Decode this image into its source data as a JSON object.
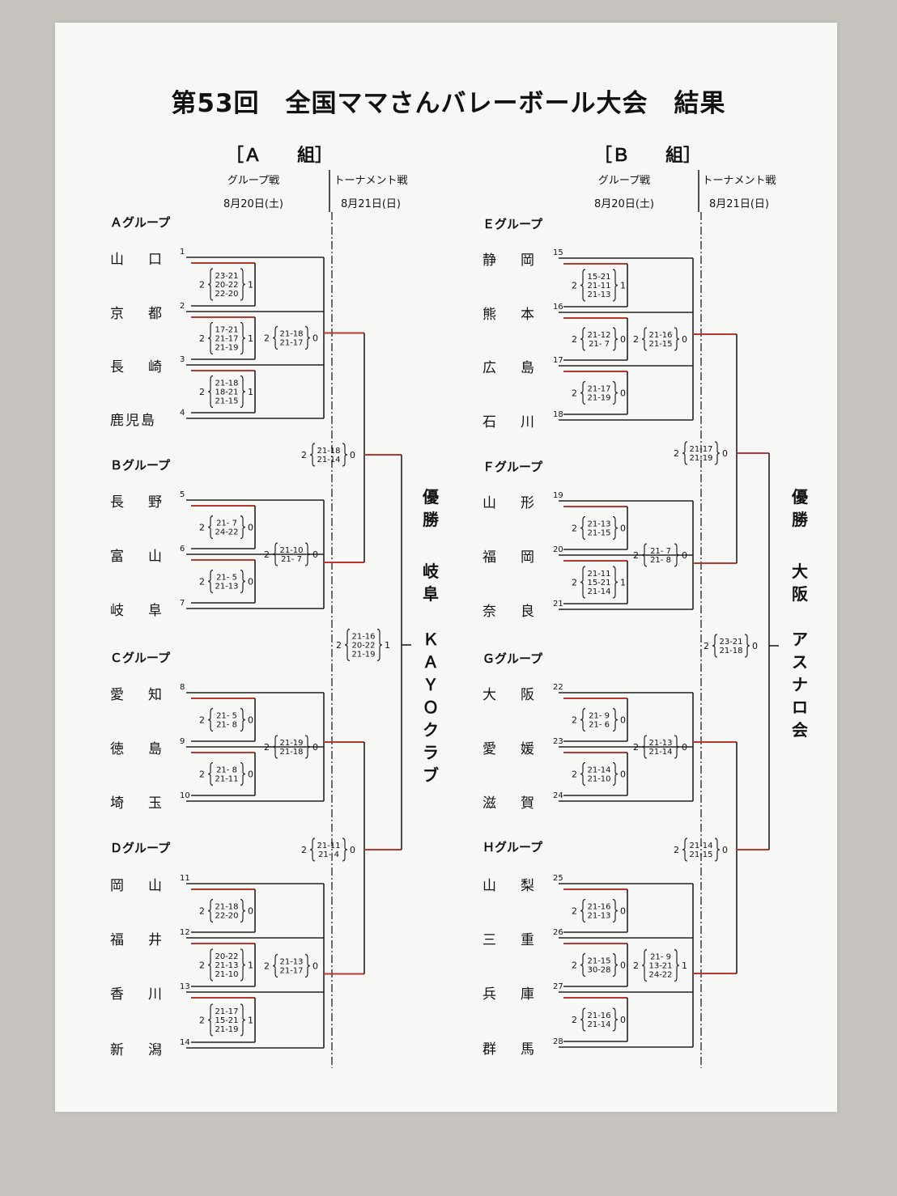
{
  "title": "第53回　全国ママさんバレーボール大会　結果",
  "divisions": [
    {
      "header": "［Ａ　　組］",
      "group_stage_label": "グループ戦",
      "group_stage_date": "8月20日(土)",
      "tournament_label": "トーナメント戦",
      "tournament_date": "8月21日(日)",
      "winner_label": "優勝",
      "winner_name": "岐阜　ＫＡＹＯクラブ",
      "groups": [
        {
          "name": "Ａグループ",
          "teams": [
            {
              "name": "山口",
              "seed": "1"
            },
            {
              "name": "京都",
              "seed": "2"
            },
            {
              "name": "長崎",
              "seed": "3"
            },
            {
              "name": "鹿児島",
              "seed": "4"
            }
          ],
          "matches": [
            {
              "a": "2",
              "scores": [
                "23-21",
                "20-22",
                "22-20"
              ],
              "b": "1"
            },
            {
              "a": "2",
              "scores": [
                "17-21",
                "21-17",
                "21-19"
              ],
              "b": "1"
            },
            {
              "a": "2",
              "scores": [
                "21-18",
                "18-21",
                "21-15"
              ],
              "b": "1"
            }
          ],
          "final": {
            "a": "2",
            "scores": [
              "21-18",
              "21-17"
            ],
            "b": "0"
          }
        },
        {
          "name": "Ｂグループ",
          "teams": [
            {
              "name": "長野",
              "seed": "5"
            },
            {
              "name": "富山",
              "seed": "6"
            },
            {
              "name": "岐阜",
              "seed": "7"
            }
          ],
          "matches": [
            {
              "a": "2",
              "scores": [
                "21- 7",
                "24-22"
              ],
              "b": "0"
            },
            {
              "a": "2",
              "scores": [
                "21- 5",
                "21-13"
              ],
              "b": "0"
            }
          ],
          "final": {
            "a": "2",
            "scores": [
              "21-10",
              "21- 7"
            ],
            "b": "0"
          }
        },
        {
          "name": "Ｃグループ",
          "teams": [
            {
              "name": "愛知",
              "seed": "8"
            },
            {
              "name": "徳島",
              "seed": "9"
            },
            {
              "name": "埼玉",
              "seed": "10"
            }
          ],
          "matches": [
            {
              "a": "2",
              "scores": [
                "21- 5",
                "21- 8"
              ],
              "b": "0"
            },
            {
              "a": "2",
              "scores": [
                "21- 8",
                "21-11"
              ],
              "b": "0"
            }
          ],
          "final": {
            "a": "2",
            "scores": [
              "21-19",
              "21-18"
            ],
            "b": "0"
          }
        },
        {
          "name": "Ｄグループ",
          "teams": [
            {
              "name": "岡山",
              "seed": "11"
            },
            {
              "name": "福井",
              "seed": "12"
            },
            {
              "name": "香川",
              "seed": "13"
            },
            {
              "name": "新潟",
              "seed": "14"
            }
          ],
          "matches": [
            {
              "a": "2",
              "scores": [
                "21-18",
                "22-20"
              ],
              "b": "0"
            },
            {
              "a": "2",
              "scores": [
                "20-22",
                "21-13",
                "21-10"
              ],
              "b": "1"
            },
            {
              "a": "2",
              "scores": [
                "21-17",
                "15-21",
                "21-19"
              ],
              "b": "1"
            }
          ],
          "final": {
            "a": "2",
            "scores": [
              "21-13",
              "21-17"
            ],
            "b": "0"
          }
        }
      ],
      "semis": [
        {
          "a": "2",
          "scores": [
            "21-18",
            "21-14"
          ],
          "b": "0"
        },
        {
          "a": "2",
          "scores": [
            "21-11",
            "21- 4"
          ],
          "b": "0"
        }
      ],
      "championship": {
        "a": "2",
        "scores": [
          "21-16",
          "20-22",
          "21-19"
        ],
        "b": "1"
      }
    },
    {
      "header": "［Ｂ　　組］",
      "group_stage_label": "グループ戦",
      "group_stage_date": "8月20日(土)",
      "tournament_label": "トーナメント戦",
      "tournament_date": "8月21日(日)",
      "winner_label": "優勝",
      "winner_name": "大阪　アスナロ会",
      "groups": [
        {
          "name": "Ｅグループ",
          "teams": [
            {
              "name": "静岡",
              "seed": "15"
            },
            {
              "name": "熊本",
              "seed": "16"
            },
            {
              "name": "広島",
              "seed": "17"
            },
            {
              "name": "石川",
              "seed": "18"
            }
          ],
          "matches": [
            {
              "a": "2",
              "scores": [
                "15-21",
                "21-11",
                "21-13"
              ],
              "b": "1"
            },
            {
              "a": "2",
              "scores": [
                "21-12",
                "21- 7"
              ],
              "b": "0"
            },
            {
              "a": "2",
              "scores": [
                "21-17",
                "21-19"
              ],
              "b": "0"
            }
          ],
          "final": {
            "a": "2",
            "scores": [
              "21-16",
              "21-15"
            ],
            "b": "0"
          }
        },
        {
          "name": "Ｆグループ",
          "teams": [
            {
              "name": "山形",
              "seed": "19"
            },
            {
              "name": "福岡",
              "seed": "20"
            },
            {
              "name": "奈良",
              "seed": "21"
            }
          ],
          "matches": [
            {
              "a": "2",
              "scores": [
                "21-13",
                "21-15"
              ],
              "b": "0"
            },
            {
              "a": "2",
              "scores": [
                "21-11",
                "15-21",
                "21-14"
              ],
              "b": "1"
            }
          ],
          "final": {
            "a": "2",
            "scores": [
              "21- 7",
              "21- 8"
            ],
            "b": "0"
          }
        },
        {
          "name": "Ｇグループ",
          "teams": [
            {
              "name": "大阪",
              "seed": "22"
            },
            {
              "name": "愛媛",
              "seed": "23"
            },
            {
              "name": "滋賀",
              "seed": "24"
            }
          ],
          "matches": [
            {
              "a": "2",
              "scores": [
                "21- 9",
                "21- 6"
              ],
              "b": "0"
            },
            {
              "a": "2",
              "scores": [
                "21-14",
                "21-10"
              ],
              "b": "0"
            }
          ],
          "final": {
            "a": "2",
            "scores": [
              "21-13",
              "21-14"
            ],
            "b": "0"
          }
        },
        {
          "name": "Ｈグループ",
          "teams": [
            {
              "name": "山梨",
              "seed": "25"
            },
            {
              "name": "三重",
              "seed": "26"
            },
            {
              "name": "兵庫",
              "seed": "27"
            },
            {
              "name": "群馬",
              "seed": "28"
            }
          ],
          "matches": [
            {
              "a": "2",
              "scores": [
                "21-16",
                "21-13"
              ],
              "b": "0"
            },
            {
              "a": "2",
              "scores": [
                "21-15",
                "30-28"
              ],
              "b": "0"
            },
            {
              "a": "2",
              "scores": [
                "21-16",
                "21-14"
              ],
              "b": "0"
            }
          ],
          "final": {
            "a": "2",
            "scores": [
              "21- 9",
              "13-21",
              "24-22"
            ],
            "b": "1"
          }
        }
      ],
      "semis": [
        {
          "a": "2",
          "scores": [
            "21-17",
            "21-19"
          ],
          "b": "0"
        },
        {
          "a": "2",
          "scores": [
            "21-14",
            "21-15"
          ],
          "b": "0"
        }
      ],
      "championship": {
        "a": "2",
        "scores": [
          "23-21",
          "21-18"
        ],
        "b": "0"
      }
    }
  ]
}
